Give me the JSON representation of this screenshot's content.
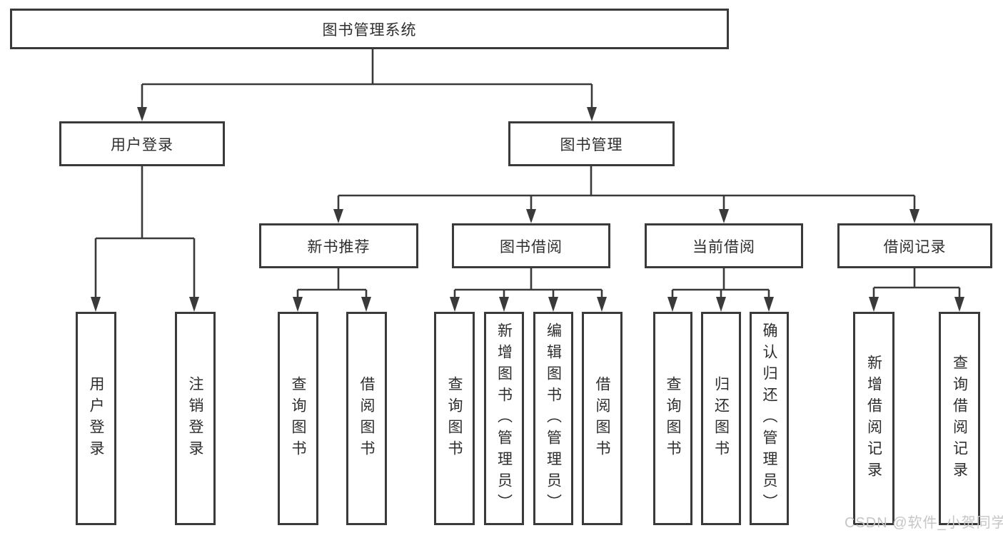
{
  "colors": {
    "line": "#3a3a3a",
    "text": "#2e2e2e",
    "watermark": "#c6c6c6"
  },
  "watermark": {
    "text": "CSDN @软件_小贺同学"
  },
  "tree": {
    "root": {
      "label": "图书管理系统",
      "children": [
        {
          "label": "用户登录",
          "children": [
            {
              "label": "用户登录"
            },
            {
              "label": "注销登录"
            }
          ]
        },
        {
          "label": "图书管理",
          "children": [
            {
              "label": "新书推荐",
              "children": [
                {
                  "label": "查询图书"
                },
                {
                  "label": "借阅图书"
                }
              ]
            },
            {
              "label": "图书借阅",
              "children": [
                {
                  "label": "查询图书"
                },
                {
                  "label": "新增图书（管理员）"
                },
                {
                  "label": "编辑图书（管理员）"
                },
                {
                  "label": "借阅图书"
                }
              ]
            },
            {
              "label": "当前借阅",
              "children": [
                {
                  "label": "查询图书"
                },
                {
                  "label": "归还图书"
                },
                {
                  "label": "确认归还（管理员）"
                }
              ]
            },
            {
              "label": "借阅记录",
              "children": [
                {
                  "label": "新增借阅记录"
                },
                {
                  "label": "查询借阅记录"
                }
              ]
            }
          ]
        }
      ]
    }
  }
}
